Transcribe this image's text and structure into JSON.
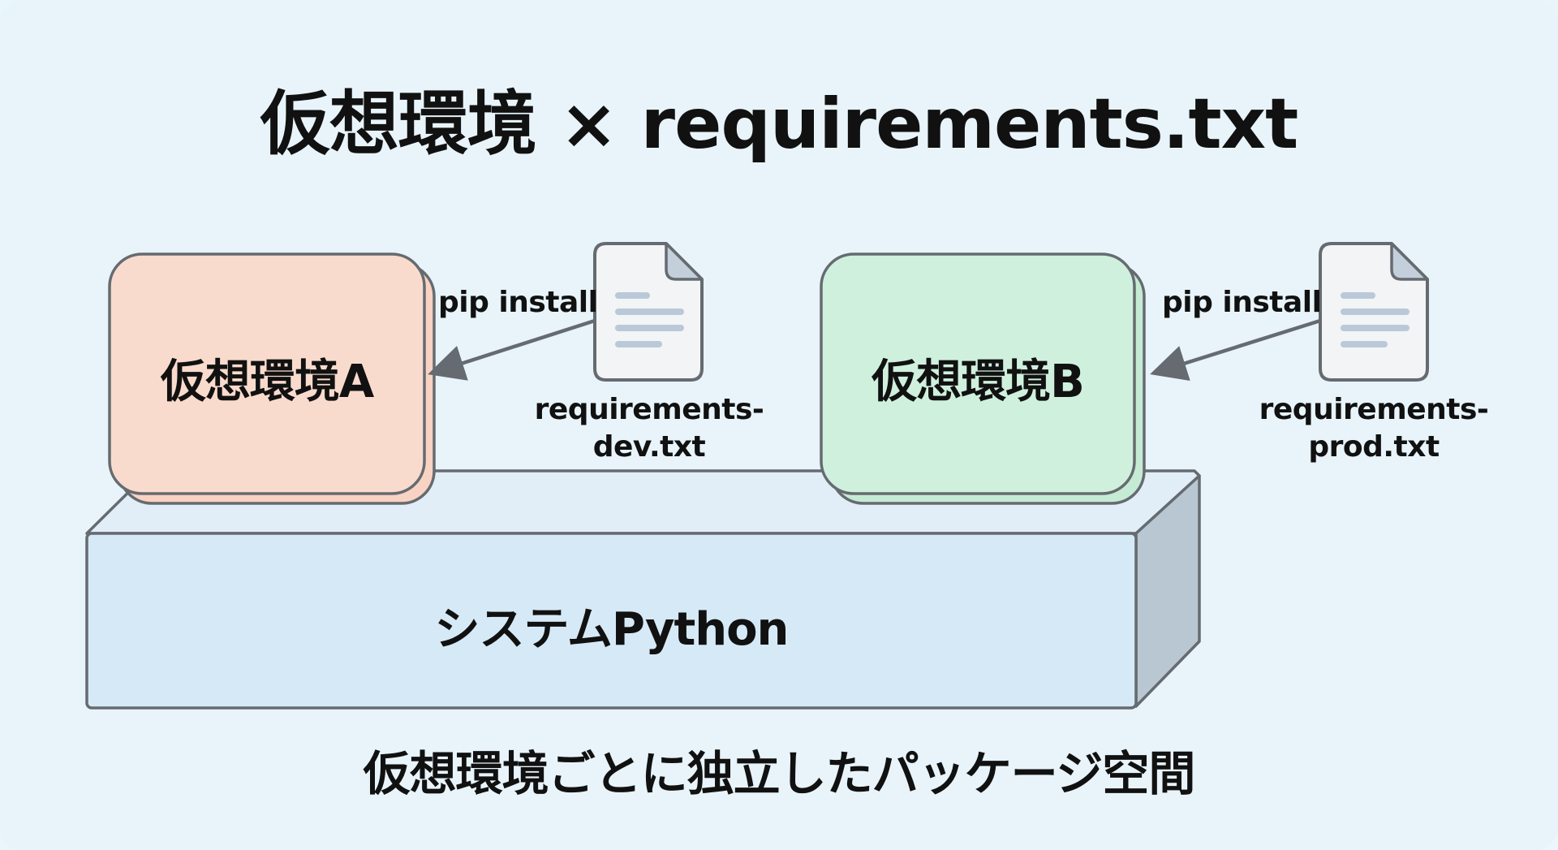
{
  "title": "仮想環境 × requirements.txt",
  "environments": [
    {
      "label": "仮想環境A",
      "fill_color": "#f8d8ca",
      "arrow_label": "pip install",
      "file_icon": "document-icon",
      "file_label_line1": "requirements-",
      "file_label_line2": "dev.txt"
    },
    {
      "label": "仮想環境B",
      "fill_color": "#cdeedb",
      "arrow_label": "pip install",
      "file_icon": "document-icon",
      "file_label_line1": "requirements-",
      "file_label_line2": "prod.txt"
    }
  ],
  "base": {
    "label": "システムPython",
    "front_color": "#d6e9f6",
    "top_color": "#e2eef7",
    "side_color": "#b8c7d1"
  },
  "caption": "仮想環境ごとに独立したパッケージ空間",
  "colors": {
    "background": "#e8f4fa",
    "stroke": "#656b70",
    "document_fill": "#f3f4f6",
    "document_lines": "#b9c9da",
    "document_fold": "#c4cfdc"
  }
}
